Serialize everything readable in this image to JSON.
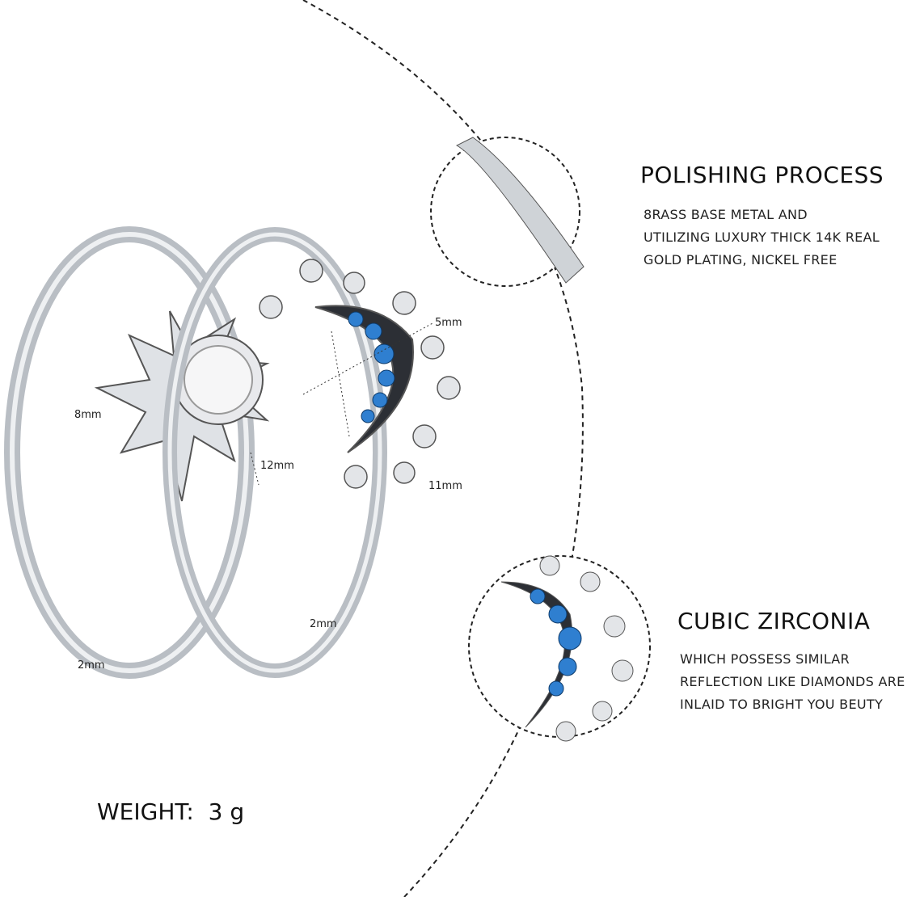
{
  "features": [
    {
      "title": "POLISHING PROCESS",
      "lines": [
        "8RASS BASE METAL AND",
        "UTILIZING LUXURY THICK 14K REAL",
        "GOLD PLATING, NICKEL FREE"
      ]
    },
    {
      "title": "CUBIC ZIRCONIA",
      "lines": [
        "WHICH POSSESS SIMILAR",
        "REFLECTION LIKE DIAMONDS ARE",
        "INLAID TO BRIGHT YOU BEUTY"
      ]
    }
  ],
  "dimensions": {
    "sun_width": "8mm",
    "sun_height": "12mm",
    "moon_width": "5mm",
    "moon_height": "11mm",
    "band_right": "2mm",
    "band_left": "2mm"
  },
  "weight": {
    "label": "WEIGHT:",
    "value": "3 g"
  },
  "colors": {
    "silver": "#c8ccd0",
    "stone_blue": "#2f7fd0",
    "text": "#111111"
  }
}
